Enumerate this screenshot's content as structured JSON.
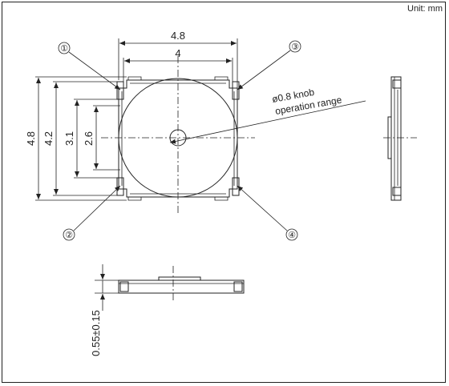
{
  "unit_label": "Unit: mm",
  "dimensions": {
    "top_outer": "4.8",
    "top_inner": "4",
    "left_outer": "4.8",
    "left_42": "4.2",
    "left_31": "3.1",
    "left_26": "2.6",
    "height": "0.55±0.15"
  },
  "terminals": [
    "①",
    "②",
    "③",
    "④"
  ],
  "knob_note": {
    "line1": "ø0.8 knob",
    "line2": "operation range"
  }
}
